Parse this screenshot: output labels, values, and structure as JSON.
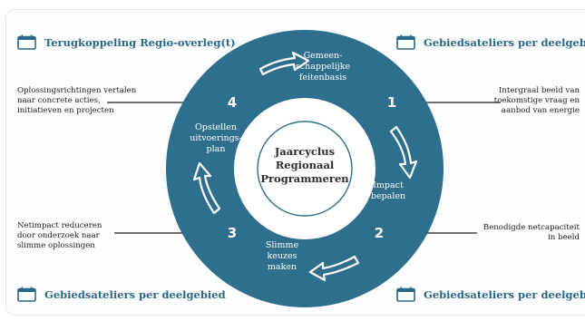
{
  "corners": {
    "top_left": "Terugkoppeling Regio-overleg(t)",
    "top_right": "Gebiedsateliers per deelgebied",
    "bottom_left": "Gebiedsateliers per deelgebied",
    "bottom_right": "Gebiedsateliers per deelgebied"
  },
  "center": {
    "line1": "Jaarcyclus",
    "line2": "Regionaal",
    "line3": "Programmeren"
  },
  "steps": [
    {
      "number": "1",
      "label": [
        "Gemeen-",
        "schappelijke",
        "feitenbasis"
      ],
      "note": [
        "Intergraal beeld van",
        "toekomstige vraag en",
        "aanbod van energie"
      ]
    },
    {
      "number": "2",
      "label": [
        "Impact",
        "bepalen"
      ],
      "note": [
        "Benodigde netcapaciteit",
        "in beeld"
      ]
    },
    {
      "number": "3",
      "label": [
        "Slimme",
        "keuzes",
        "maken"
      ],
      "note": [
        "Netimpact reduceren",
        "door onderzoek naar",
        "slimme oplossingen"
      ]
    },
    {
      "number": "4",
      "label": [
        "Opstellen",
        "uitvoerings-",
        "plan"
      ],
      "note": [
        "Oplossingsrichtingen vertalen",
        "naar concrete acties,",
        "initiatieven en projecten"
      ]
    }
  ],
  "colors": {
    "ring": "#2e6f8e",
    "inner_circle": "#ffffff",
    "text": "#2b6787"
  },
  "icons": [
    "calendar-icon"
  ]
}
